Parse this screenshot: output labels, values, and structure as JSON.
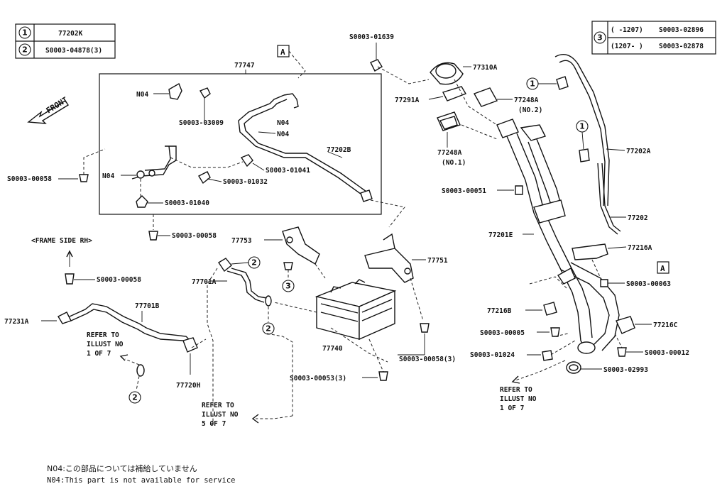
{
  "legend_left": {
    "rows": [
      {
        "mark": "1",
        "part": "77202K"
      },
      {
        "mark": "2",
        "part": "S0003-04878(3)"
      }
    ]
  },
  "legend_right": {
    "mark": "3",
    "rows": [
      {
        "range": "(     -1207)",
        "part": "S0003-02896"
      },
      {
        "range": "(1207-     )",
        "part": "S0003-02878"
      }
    ]
  },
  "view_ref": "A",
  "front_label": "FRONT",
  "frame_side_label": "<FRAME SIDE RH>",
  "labels": {
    "l77747": "77747",
    "n04a": "N04",
    "s03009": "S0003-03009",
    "n04b": "N04",
    "n04c": "N04",
    "l77202B": "77202B",
    "n04d": "N04",
    "s00058a": "S0003-00058",
    "s01041": "S0003-01041",
    "s01032": "S0003-01032",
    "s01040": "S0003-01040",
    "s00058b": "S0003-00058",
    "s01639": "S0003-01639",
    "l77310A": "77310A",
    "l77291A": "77291A",
    "l77248A2": "77248A",
    "no2": "(NO.2)",
    "l77248A1": "77248A",
    "no1": "(NO.1)",
    "s00051": "S0003-00051",
    "l77202A": "77202A",
    "l77202": "77202",
    "l77201E": "77201E",
    "l77216A": "77216A",
    "s00063": "S0003-00063",
    "l77753": "77753",
    "l77751": "77751",
    "l77701A": "77701A",
    "s00058c": "S0003-00058",
    "l77231A": "77231A",
    "l77701B": "77701B",
    "refer1a": "REFER TO",
    "refer1b": "ILLUST NO",
    "refer1c": "1 OF 7",
    "l77720H": "77720H",
    "l77740": "77740",
    "s00058_3": "S0003-00058(3)",
    "s00053_3": "S0003-00053(3)",
    "refer5a": "REFER TO",
    "refer5b": "ILLUST NO",
    "refer5c": "5 OF 7",
    "l77216B": "77216B",
    "s00005": "S0003-00005",
    "s01024": "S0003-01024",
    "l77216C": "77216C",
    "s00012": "S0003-00012",
    "s02993": "S0003-02993",
    "refer2a": "REFER TO",
    "refer2b": "ILLUST NO",
    "refer2c": "1 OF 7"
  },
  "notes": {
    "jp": "N04:この部品については補給していません",
    "en": "N04:This part is not available for service"
  }
}
